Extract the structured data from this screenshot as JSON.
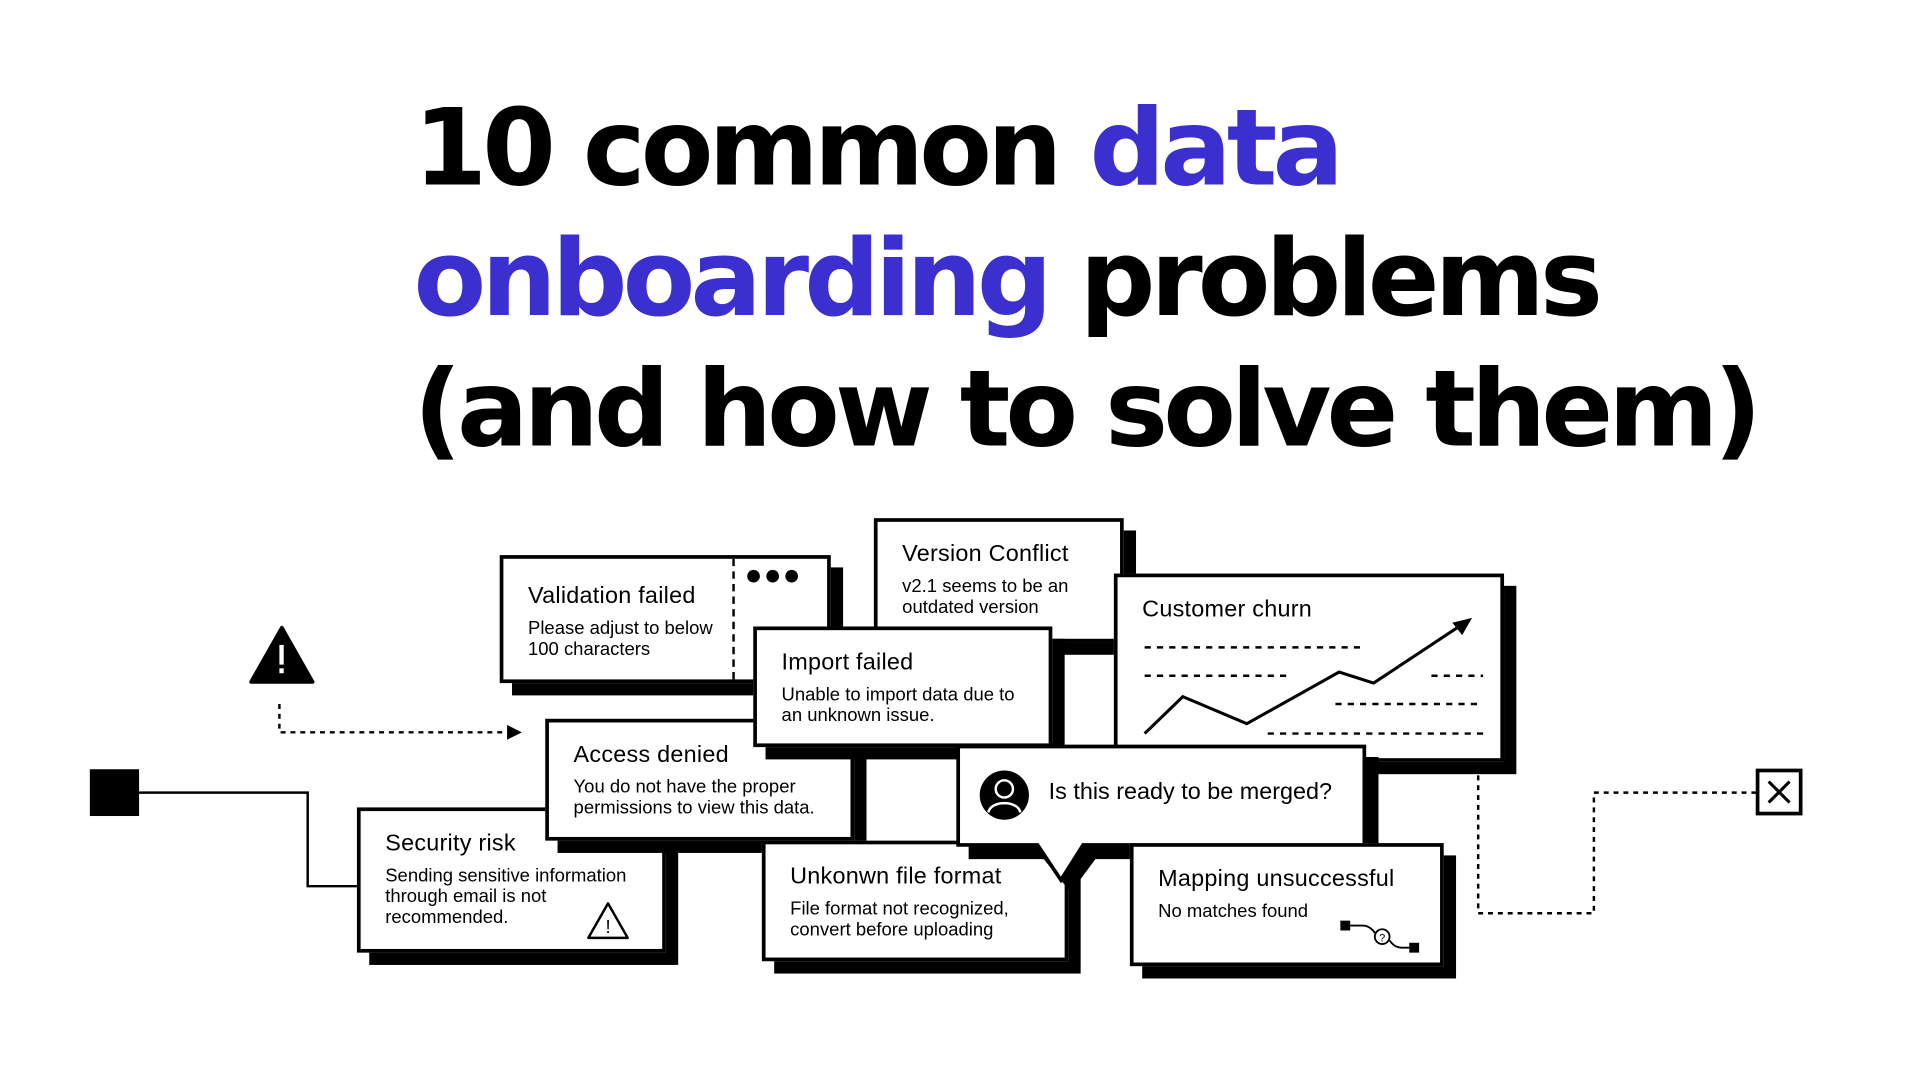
{
  "title": {
    "line1_a": "10 common ",
    "line1_b": "data",
    "line2_a": "onboarding",
    "line2_b": " problems",
    "line3": "(and how to solve them)",
    "accent_color": "#3b2fd0"
  },
  "cards": {
    "validation": {
      "title": "Validation failed",
      "body": "Please adjust to below 100 characters"
    },
    "version": {
      "title": "Version Conflict",
      "body": "v2.1 seems to be an outdated version"
    },
    "churn": {
      "title": "Customer churn"
    },
    "import": {
      "title": "Import failed",
      "body": "Unable to import data due to an unknown issue."
    },
    "access": {
      "title": "Access denied",
      "body": "You do not have the proper permissions to view this data."
    },
    "security": {
      "title": "Security risk",
      "body": "Sending sensitive information through email is not recommended."
    },
    "unknown": {
      "title": "Unkonwn file format",
      "body": "File format not recognized, convert before uploading"
    },
    "merge": {
      "text": "Is this ready to be merged?"
    },
    "mapping": {
      "title": "Mapping unsuccessful",
      "body": "No matches found"
    }
  },
  "icons": [
    "warning-icon",
    "ellipsis-icon",
    "user-avatar-icon",
    "close-icon",
    "square-node-icon",
    "trend-arrow-icon",
    "mapping-path-icon"
  ]
}
